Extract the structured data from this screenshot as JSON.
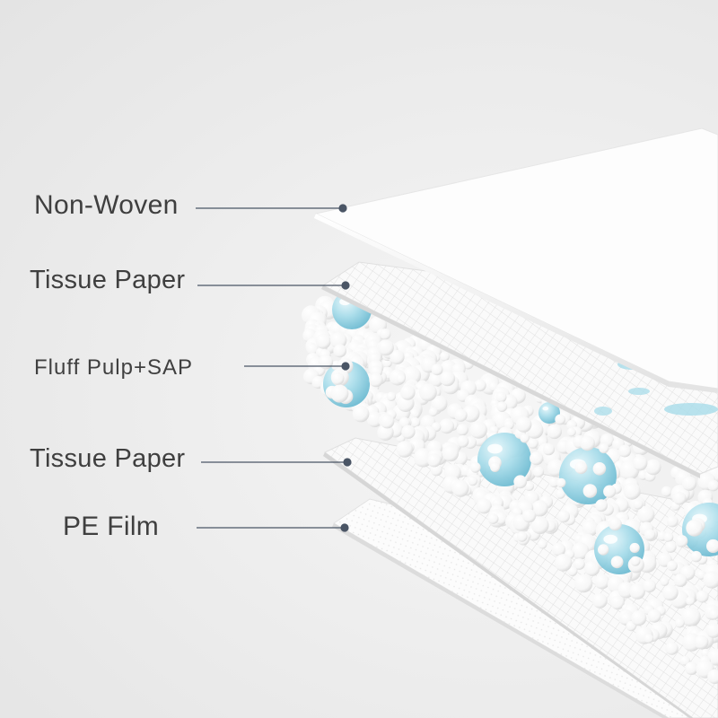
{
  "diagram": {
    "layers": [
      {
        "id": "nonwoven",
        "label": "Non-Woven"
      },
      {
        "id": "tissue1",
        "label": "Tissue Paper"
      },
      {
        "id": "fluff",
        "label": "Fluff Pulp+SAP"
      },
      {
        "id": "tissue2",
        "label": "Tissue Paper"
      },
      {
        "id": "pefilm",
        "label": "PE Film"
      }
    ],
    "colors": {
      "background": "#ebebeb",
      "label_text": "#3f3f3f",
      "leader_line": "#4a5565",
      "sheet": "#fbfbfb",
      "sap_bead": "#8fd1e3",
      "fluff_ball": "#ffffff"
    }
  }
}
